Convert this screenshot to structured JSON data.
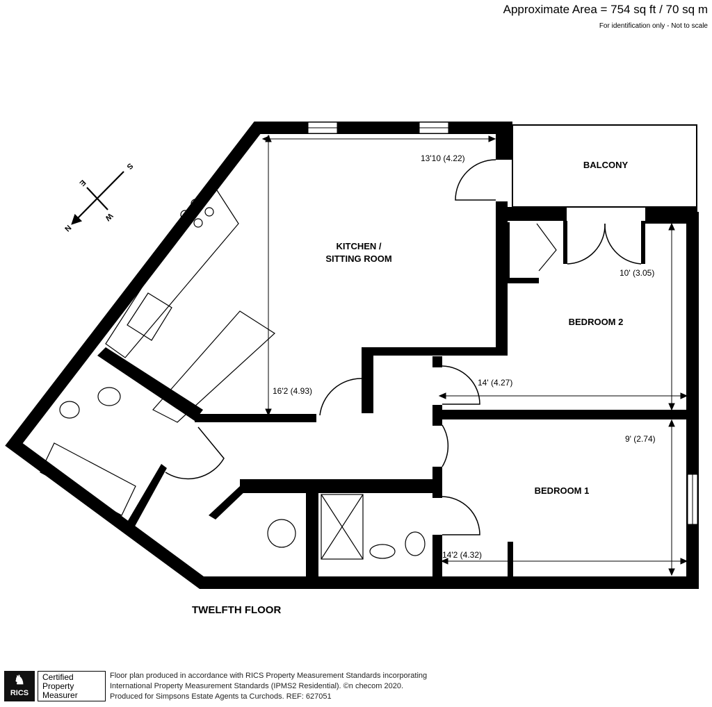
{
  "header": {
    "area": "Approximate Area = 754 sq ft / 70 sq m",
    "disclaimer": "For identification only - Not to scale"
  },
  "compass": {
    "north": "N",
    "south": "S",
    "east": "E",
    "west": "W"
  },
  "rooms": {
    "kitchen_line1": "KITCHEN /",
    "kitchen_line2": "SITTING ROOM",
    "balcony": "BALCONY",
    "bedroom2": "BEDROOM 2",
    "bedroom1": "BEDROOM 1"
  },
  "dimensions": {
    "kitchen_width": "13'10 (4.22)",
    "kitchen_length": "16'2 (4.93)",
    "bedroom2_depth": "10' (3.05)",
    "bedroom2_width": "14' (4.27)",
    "bedroom1_depth": "9' (2.74)",
    "bedroom1_width": "14'2 (4.32)"
  },
  "floor_label": "TWELFTH FLOOR",
  "footer": {
    "logo_text": "RICS",
    "cert_line1": "Certified",
    "cert_line2": "Property",
    "cert_line3": "Measurer",
    "line1": "Floor plan produced in accordance with RICS Property Measurement Standards incorporating",
    "line2": "International Property Measurement Standards (IPMS2 Residential).   ©n checom 2020.",
    "line3": "Produced for Simpsons Estate Agents ta Curchods.   REF:  627051"
  },
  "colors": {
    "wall": "#000000",
    "background": "#ffffff"
  }
}
